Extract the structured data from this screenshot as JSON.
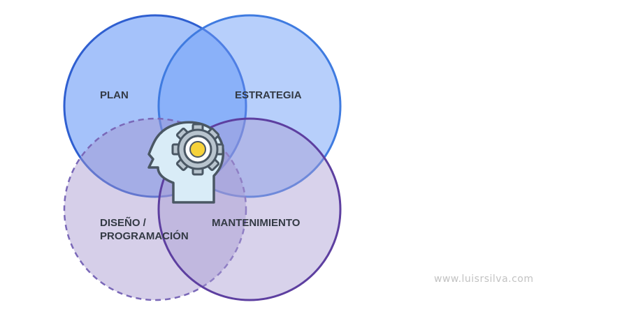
{
  "diagram": {
    "labels": {
      "plan": "PLAN",
      "strategy": "ESTRATEGIA",
      "design_line1": "DISEÑO /",
      "design_line2": "PROGRAMACIÓN",
      "maintenance": "MANTENIMIENTO"
    },
    "center_icon": "head-gear-icon",
    "colors": {
      "plan_stroke": "#2f5fd0",
      "strategy_stroke": "#3f7be0",
      "design_stroke": "#7a68b8",
      "maintenance_stroke": "#5d3fa0",
      "head_fill": "#d9ecf7",
      "icon_stroke": "#4a5764",
      "gear_fill": "#b8c4ce",
      "gear_center": "#f7d23a"
    }
  },
  "footer": {
    "watermark": "www.luisrsilva.com"
  }
}
